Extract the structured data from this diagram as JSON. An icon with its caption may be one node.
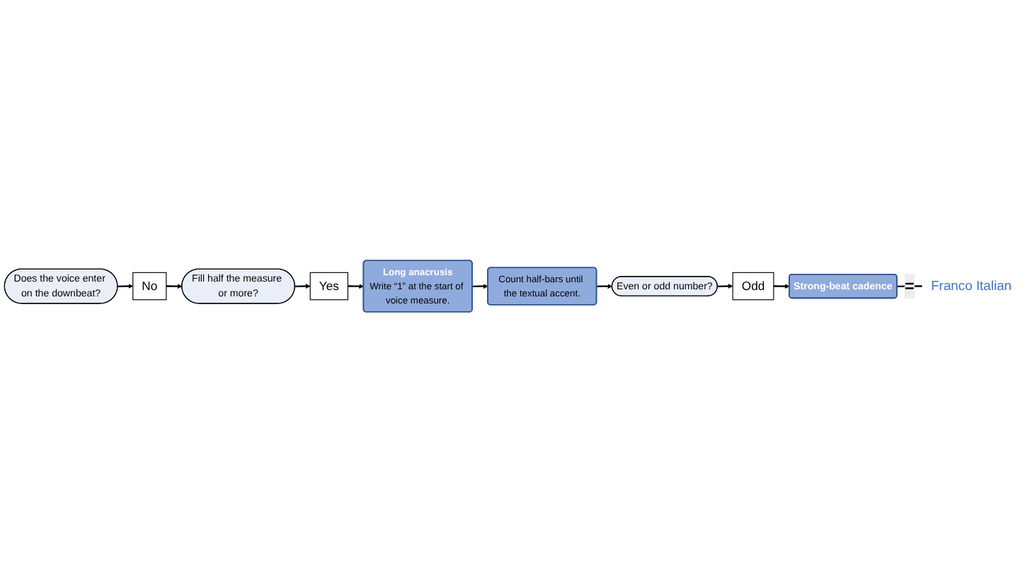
{
  "diagram": {
    "nodes": [
      {
        "text": [
          "Does the voice enter on the downbeat?"
        ]
      },
      {
        "text": [
          "No"
        ]
      },
      {
        "text": [
          "Fill half the measure or more?"
        ]
      },
      {
        "text": [
          "Yes"
        ]
      },
      {
        "text": [
          "Long anacrusis",
          "Write “1” at the start of voice measure."
        ]
      },
      {
        "text": [
          "Count half-bars until the textual accent."
        ]
      },
      {
        "text": [
          "Even or odd number?"
        ]
      },
      {
        "text": [
          "Odd"
        ]
      },
      {
        "text": [
          "Strong-beat cadence"
        ]
      },
      {
        "text": [
          "Franco Italian"
        ]
      }
    ],
    "edges": [
      {
        "from": 0,
        "to": 1,
        "arrow": "to"
      },
      {
        "from": 1,
        "to": 2,
        "arrow": "to"
      },
      {
        "from": 2,
        "to": 3,
        "arrow": "to"
      },
      {
        "from": 3,
        "to": 4,
        "arrow": "to"
      },
      {
        "from": 4,
        "to": 5,
        "arrow": "to"
      },
      {
        "from": 5,
        "to": 6,
        "arrow": "to"
      },
      {
        "from": 6,
        "to": 7,
        "arrow": "to"
      },
      {
        "from": 7,
        "to": 8,
        "arrow": "to"
      },
      {
        "from": 8,
        "to": 9,
        "arrow": "none",
        "label": "="
      }
    ]
  }
}
